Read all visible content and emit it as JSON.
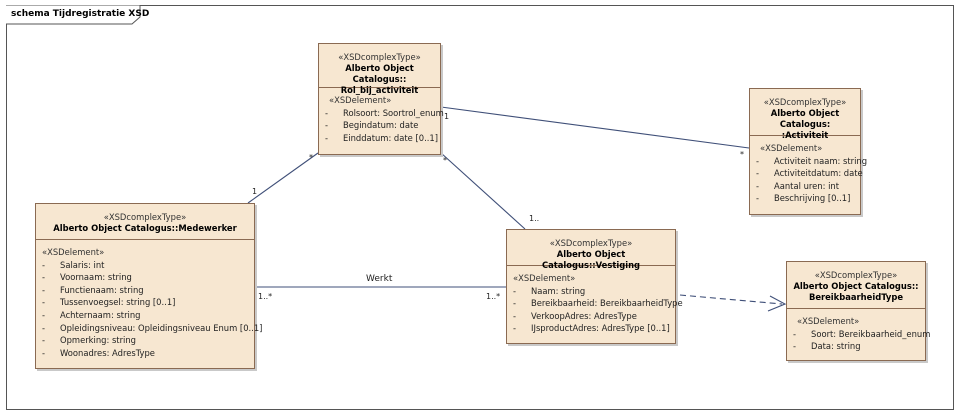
{
  "frame": {
    "title": "schema Tijdregistratie XSD"
  },
  "classes": {
    "rol": {
      "stereotype": "«XSDcomplexType»",
      "name1": "Alberto Object Catalogus::",
      "name2": "Rol_bij_activiteit",
      "section": "«XSDelement»",
      "attributes": [
        "Rolsoort: Soortrol_enum",
        "Begindatum: date",
        "Einddatum: date [0..1]"
      ]
    },
    "activiteit": {
      "stereotype": "«XSDcomplexType»",
      "name1": "Alberto Object Catalogus:",
      "name2": ":Activiteit",
      "section": "«XSDelement»",
      "attributes": [
        "Activiteit naam: string",
        "Activiteitdatum: date",
        "Aantal uren: int",
        "Beschrijving [0..1]"
      ]
    },
    "medewerker": {
      "stereotype": "«XSDcomplexType»",
      "name1": "Alberto Object Catalogus::Medewerker",
      "section": "«XSDelement»",
      "attributes": [
        "Salaris: int",
        "Voornaam: string",
        "Functienaam: string",
        "Tussenvoegsel: string [0..1]",
        "Achternaam: string",
        "Opleidingsniveau: Opleidingsniveau Enum [0..1]",
        "Opmerking: string",
        "Woonadres: AdresType"
      ]
    },
    "vestiging": {
      "stereotype": "«XSDcomplexType»",
      "name1": "Alberto Object Catalogus::Vestiging",
      "section": "«XSDelement»",
      "attributes": [
        "Naam: string",
        "Bereikbaarheid: BereikbaarheidType",
        "VerkoopAdres: AdresType",
        "IJsproductAdres: AdresType [0..1]"
      ]
    },
    "bereikbaarheid": {
      "stereotype": "«XSDcomplexType»",
      "name1": "Alberto Object Catalogus::",
      "name2": "BereikbaarheidType",
      "section": "«XSDelement»",
      "attributes": [
        "Soort: Bereikbaarheid_enum",
        "Data: string"
      ]
    }
  },
  "associations": {
    "rol_activiteit": {
      "source_mult": "1",
      "target_mult": "*"
    },
    "rol_medewerker": {
      "source_mult": "*",
      "target_mult": "1"
    },
    "rol_vestiging": {
      "source_mult": "*",
      "target_mult": "1.."
    },
    "werkt": {
      "label": "Werkt",
      "source_mult": "1..*",
      "target_mult": "1..*"
    }
  },
  "colors": {
    "class_fill": "#f7e7d1",
    "class_border": "#8a6a52",
    "line": "#3f4f78"
  }
}
